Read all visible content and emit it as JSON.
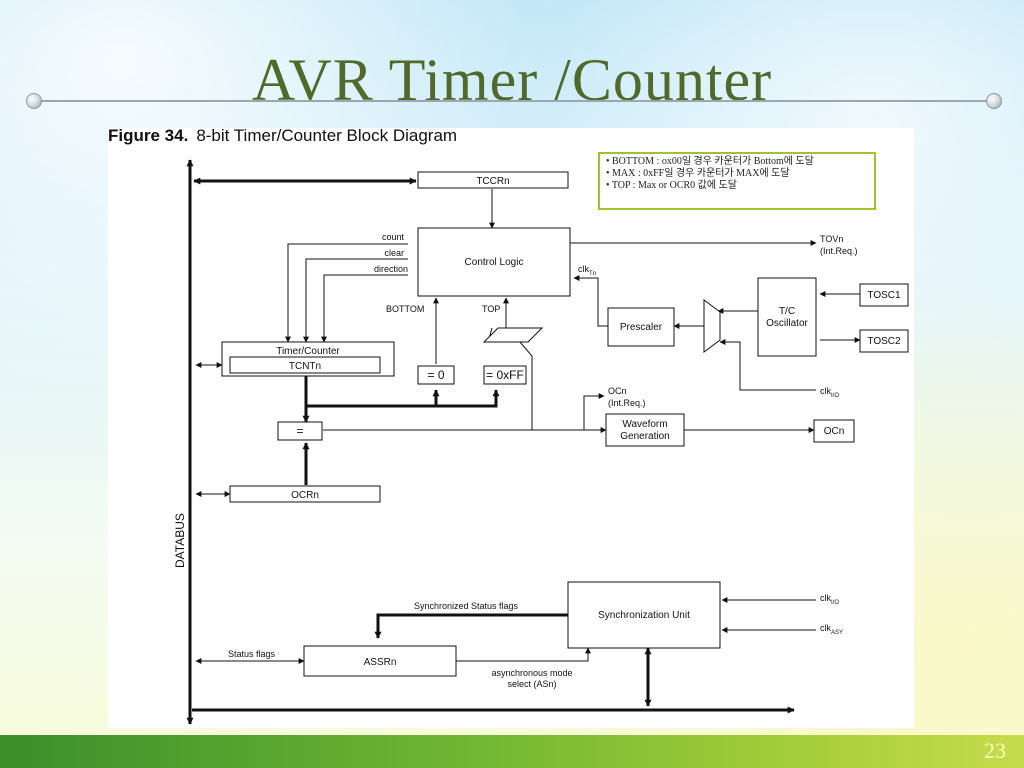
{
  "slide": {
    "title": "AVR Timer /Counter",
    "page_number": "23"
  },
  "figure": {
    "number": "Figure 34.",
    "caption": "8-bit Timer/Counter Block Diagram"
  },
  "note": {
    "lines": [
      "• BOTTOM : ox00일 경우 카운터가 Bottom에 도달",
      "• MAX      : 0xFF일 경우 카운터가 MAX에 도달",
      "• TOP      :  Max or OCR0 값에 도달"
    ]
  },
  "diagram": {
    "blocks": {
      "tccrn": "TCCRn",
      "control_logic": "Control Logic",
      "timer_counter": "Timer/Counter",
      "tcntn": "TCNTn",
      "eq_zero": "= 0",
      "eq_ff": "= 0xFF",
      "comparator": "=",
      "ocrn": "OCRn",
      "prescaler": "Prescaler",
      "tc_osc_1": "T/C",
      "tc_osc_2": "Oscillator",
      "tosc1": "TOSC1",
      "tosc2": "TOSC2",
      "waveform_1": "Waveform",
      "waveform_2": "Generation",
      "ocn_pin": "OCn",
      "sync_unit": "Synchronization Unit",
      "assrn": "ASSRn"
    },
    "labels": {
      "count": "count",
      "clear": "clear",
      "direction": "direction",
      "bottom": "BOTTOM",
      "top": "TOP",
      "tovn": "TOVn",
      "tovn_req": "(Int.Req.)",
      "clk_tn": "clk",
      "clk_tn_sub": "Tn",
      "clk_io": "clk",
      "clk_io_sub": "I/O",
      "ocn_int": "OCn",
      "ocn_req": "(Int.Req.)",
      "databus": "DATABUS",
      "sync_status": "Synchronized Status flags",
      "status_flags": "Status flags",
      "async_1": "asynchronous mode",
      "async_2": "select (ASn)",
      "clk_io2": "clk",
      "clk_io2_sub": "I/O",
      "clk_asy": "clk",
      "clk_asy_sub": "ASY"
    }
  }
}
